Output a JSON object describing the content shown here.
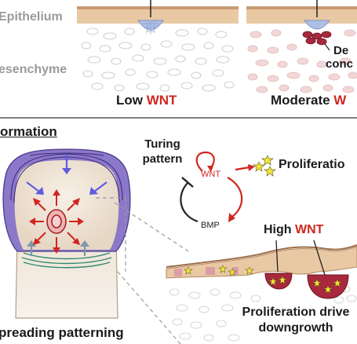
{
  "top": {
    "epithelium_label": "Epithelium",
    "mesenchyme_label": "esenchyme",
    "panel1": {
      "prefix": "Low ",
      "wnt": "WNT"
    },
    "panel2": {
      "prefix": "Moderate ",
      "wnt": "W",
      "callout_line1": "De",
      "callout_line2": "conc"
    }
  },
  "bottom": {
    "section_title": "ormation",
    "footer_left": "preading patterning",
    "turing": {
      "line1": "Turing",
      "line2": "pattern",
      "wnt": "WNT",
      "bmp": "BMP"
    },
    "proliferation_label": "Proliferatio",
    "high_wnt": {
      "prefix": "High ",
      "wnt": "WNT"
    },
    "drives": {
      "line1": "Proliferation drive",
      "line2": "downgrowth"
    }
  },
  "colors": {
    "wnt_red": "#d0261f",
    "epithelium_tan": "#e9c9a3",
    "placode_blue": "#aebfe6",
    "condensate_red": "#a8283c",
    "purple": "#8b78c9",
    "teal": "#2f8a72",
    "star_yellow": "#f3e53a"
  }
}
